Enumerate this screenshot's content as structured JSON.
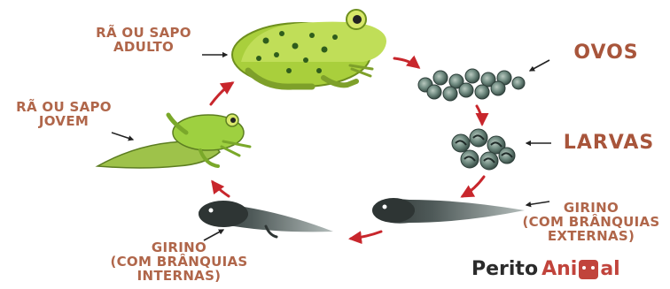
{
  "labels": {
    "adult": [
      "RÃ OU SAPO",
      "ADULTO"
    ],
    "young": [
      "RÃ OU SAPO",
      "JOVEM"
    ],
    "eggs": "OVOS",
    "larvae": "LARVAS",
    "tadpole_external": [
      "GIRINO",
      "(COM BRÂNQUIAS",
      "EXTERNAS)"
    ],
    "tadpole_internal": [
      "GIRINO",
      "(COM BRÂNQUIAS",
      "INTERNAS)"
    ]
  },
  "brand": {
    "part1": "Perito",
    "part2": "Ani",
    "part3": "al"
  },
  "colors": {
    "label": "#b0664a",
    "arrow": "#c8262c",
    "frog_body": "#b7d94a",
    "frog_spots": "#2f5d1c",
    "tadpole": "#4a5454"
  }
}
